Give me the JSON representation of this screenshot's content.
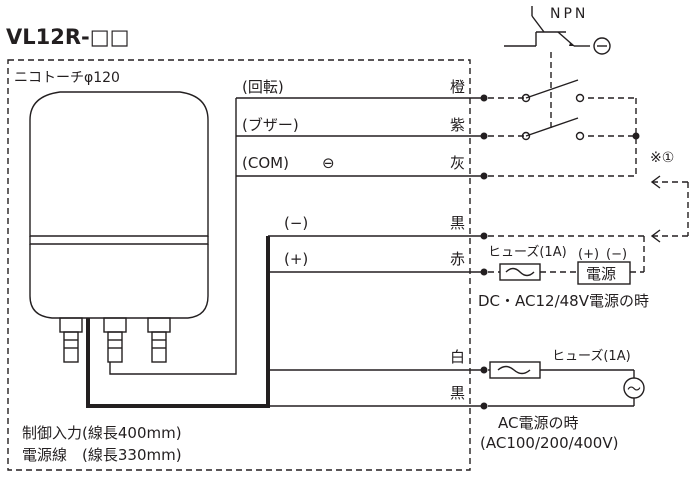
{
  "title": "VL12R-□□",
  "enclosure_label": "ニコトーチφ120",
  "signals": {
    "rotation": "(回転)",
    "buzzer": "(ブザー)",
    "com": "(COM)",
    "com_symbol": "⊖",
    "minus": "(−)",
    "plus": "(+)"
  },
  "wire_colors": {
    "orange": "橙",
    "purple": "紫",
    "gray": "灰",
    "black_dc": "黒",
    "red": "赤",
    "white": "白",
    "black_ac": "黒"
  },
  "npn_label": "NPN",
  "npn_minus_symbol": "⊖",
  "note_label": "※①",
  "dc_section": {
    "fuse_label": "ヒューズ(1A)",
    "plus": "(+)",
    "minus": "(−)",
    "power_label": "電源",
    "caption": "DC・AC12/48V電源の時"
  },
  "ac_section": {
    "fuse_label": "ヒューズ(1A)",
    "ac_symbol": "〜",
    "caption_line1": "AC電源の時",
    "caption_line2": "(AC100/200/400V)"
  },
  "wire_notes": {
    "control_line": "制御入力(線長400mm)",
    "power_line": "電源線　(線長330mm)"
  }
}
